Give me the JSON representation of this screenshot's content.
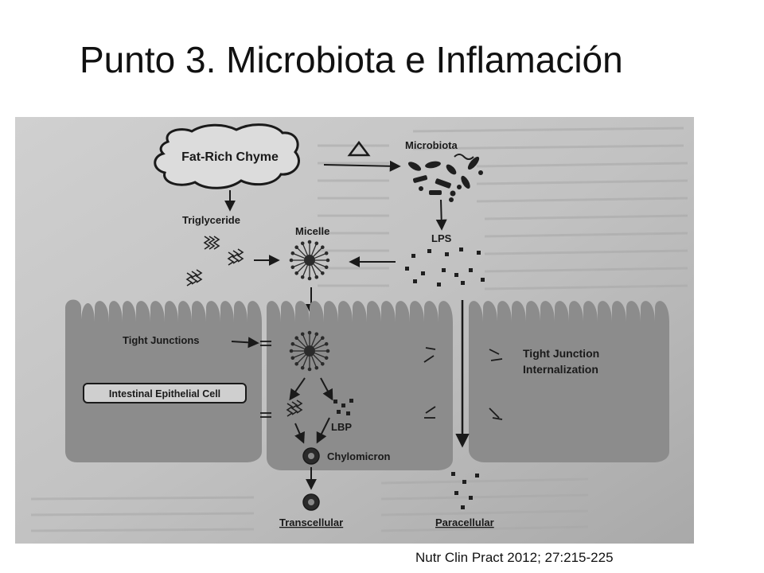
{
  "slide": {
    "title": "Punto 3. Microbiota e Inflamación",
    "citation": "Nutr Clin Pract 2012; 27:215-225"
  },
  "diagram": {
    "labels": {
      "fat_rich_chyme": "Fat-Rich Chyme",
      "microbiota": "Microbiota",
      "triglyceride": "Triglyceride",
      "micelle": "Micelle",
      "lps": "LPS",
      "tight_junctions": "Tight Junctions",
      "tight_junction_internalization_1": "Tight Junction",
      "tight_junction_internalization_2": "Internalization",
      "intestinal_epithelial_cell": "Intestinal Epithelial Cell",
      "lbp": "LBP",
      "chylomicron": "Chylomicron",
      "transcellular": "Transcellular",
      "paracellular": "Paracellular"
    }
  }
}
